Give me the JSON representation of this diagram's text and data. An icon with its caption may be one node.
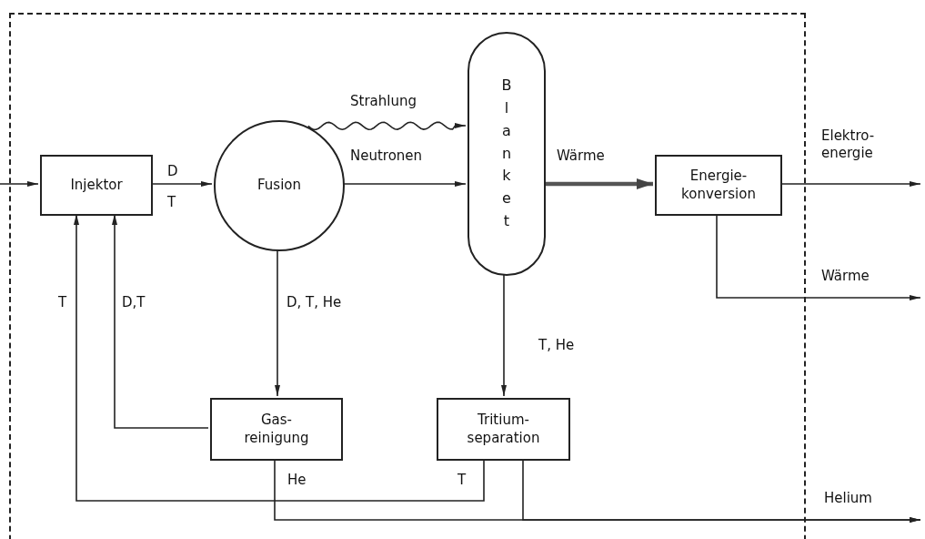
{
  "diagram": {
    "nodes": [
      {
        "text": [],
        "shape": "box"
      },
      {
        "text": [
          "Injektor"
        ],
        "in": 0
      },
      {
        "text": [
          "Fusion"
        ],
        "in": 0
      },
      {
        "text": [
          "Blanket"
        ],
        "in": 0
      },
      {
        "text": [
          "Energie- konversion"
        ],
        "in": 0
      },
      {
        "text": [
          "Gas- reinigung"
        ],
        "in": 0
      },
      {
        "text": [
          "Tritium- separation"
        ],
        "in": 0
      }
    ],
    "edges": [
      {
        "from": null,
        "to": 1,
        "arrow": "to"
      },
      {
        "from": 1,
        "to": 2,
        "arrow": "to",
        "label": "D T"
      },
      {
        "from": 2,
        "to": 3,
        "arrow": "to",
        "label": "Strahlung"
      },
      {
        "from": 2,
        "to": 3,
        "arrow": "to",
        "label": "Neutronen"
      },
      {
        "from": 3,
        "to": 4,
        "arrow": "to",
        "label": "Wärme",
        "style": "thick"
      },
      {
        "from": 4,
        "to": null,
        "arrow": "to",
        "label": "Elektro- energie"
      },
      {
        "from": 4,
        "to": null,
        "arrow": "to",
        "label": "Wärme"
      },
      {
        "from": 2,
        "to": 5,
        "arrow": "to",
        "label": "D, T, He"
      },
      {
        "from": 3,
        "to": 6,
        "arrow": "to",
        "label": "T, He"
      },
      {
        "from": 5,
        "to": 1,
        "arrow": "to",
        "label": "D,T"
      },
      {
        "from": 6,
        "to": 1,
        "arrow": "to",
        "label": "T"
      },
      {
        "from": 5,
        "to": null,
        "arrow": "to",
        "label": "He"
      },
      {
        "from": 6,
        "to": null,
        "arrow": "to",
        "label": "Helium"
      }
    ],
    "labels": [
      "T"
    ]
  }
}
